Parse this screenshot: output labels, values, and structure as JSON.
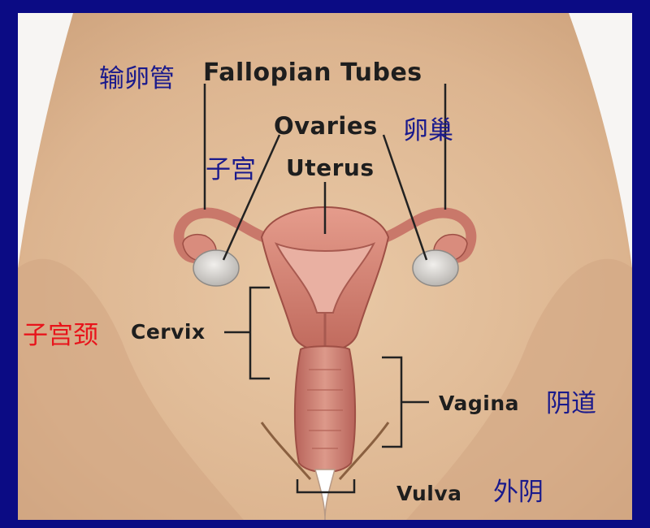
{
  "colors": {
    "frame": "#0b0b84",
    "skin": "#d9b08c",
    "skin_light": "#e8caa8",
    "uterus": "#c9786a",
    "uterus_dark": "#9e4f45",
    "ovary": "#d4d2cf",
    "leader": "#222222",
    "cn_label": "#1a1a8c",
    "cn_label_highlight": "#e8141b"
  },
  "labels": {
    "fallopian_tubes": {
      "en": "Fallopian Tubes",
      "cn": "输卵管"
    },
    "ovaries": {
      "en": "Ovaries",
      "cn": "卵巢"
    },
    "uterus": {
      "en": "Uterus",
      "cn": "子宫"
    },
    "cervix": {
      "en": "Cervix",
      "cn": "子宫颈"
    },
    "vagina": {
      "en": "Vagina",
      "cn": "阴道"
    },
    "vulva": {
      "en": "Vulva",
      "cn": "外阴"
    }
  }
}
